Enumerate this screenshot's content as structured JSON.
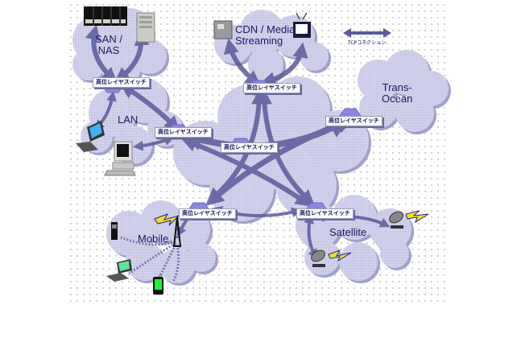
{
  "diagram": {
    "title": "",
    "clouds": [
      {
        "id": "san",
        "label_lines": [
          "SAN /",
          "NAS"
        ]
      },
      {
        "id": "cdn",
        "label_lines": [
          "CDN / Media",
          "Streaming"
        ]
      },
      {
        "id": "lan",
        "label_lines": [
          "LAN"
        ]
      },
      {
        "id": "trans",
        "label_lines": [
          "Trans-",
          "Ocean"
        ]
      },
      {
        "id": "mobile",
        "label_lines": [
          "Mobile"
        ]
      },
      {
        "id": "satellite",
        "label_lines": [
          "Satellite"
        ]
      }
    ],
    "switch_label": "高位レイヤスイッチ",
    "switches": [
      {
        "id": "sw-san",
        "label": "高位レイヤスイッチ"
      },
      {
        "id": "sw-cdn",
        "label": "高位レイヤスイッチ"
      },
      {
        "id": "sw-lan",
        "label": "高位レイヤスイッチ"
      },
      {
        "id": "sw-center",
        "label": "高位レイヤスイッチ"
      },
      {
        "id": "sw-trans",
        "label": "高位レイヤスイッチ"
      },
      {
        "id": "sw-mobile",
        "label": "高位レイヤスイッチ"
      },
      {
        "id": "sw-sat",
        "label": "高位レイヤスイッチ"
      }
    ],
    "legend": {
      "label": "TCPコネクション",
      "icon": "double-arrow-icon"
    },
    "devices": [
      {
        "id": "storage-array",
        "icon": "storage-array-icon"
      },
      {
        "id": "server-rack",
        "icon": "server-rack-icon"
      },
      {
        "id": "media-server",
        "icon": "media-server-icon"
      },
      {
        "id": "tv",
        "icon": "television-icon"
      },
      {
        "id": "laptop-lan",
        "icon": "laptop-icon"
      },
      {
        "id": "desktop",
        "icon": "desktop-computer-icon"
      },
      {
        "id": "cell-phone",
        "icon": "cell-phone-icon"
      },
      {
        "id": "cell-tower",
        "icon": "cell-tower-icon"
      },
      {
        "id": "laptop-mobile",
        "icon": "laptop-icon"
      },
      {
        "id": "pda",
        "icon": "pda-icon"
      },
      {
        "id": "dish-1",
        "icon": "satellite-dish-icon"
      },
      {
        "id": "dish-2",
        "icon": "satellite-dish-icon"
      }
    ],
    "colors": {
      "cloud_fill": "#c8c8e6",
      "cloud_shadow": "#9c9ccc",
      "switch_fill": "#8888e0",
      "arrow": "#5a5a9a",
      "label_text": "#1a1a66",
      "lightning": "#f0e020"
    }
  }
}
